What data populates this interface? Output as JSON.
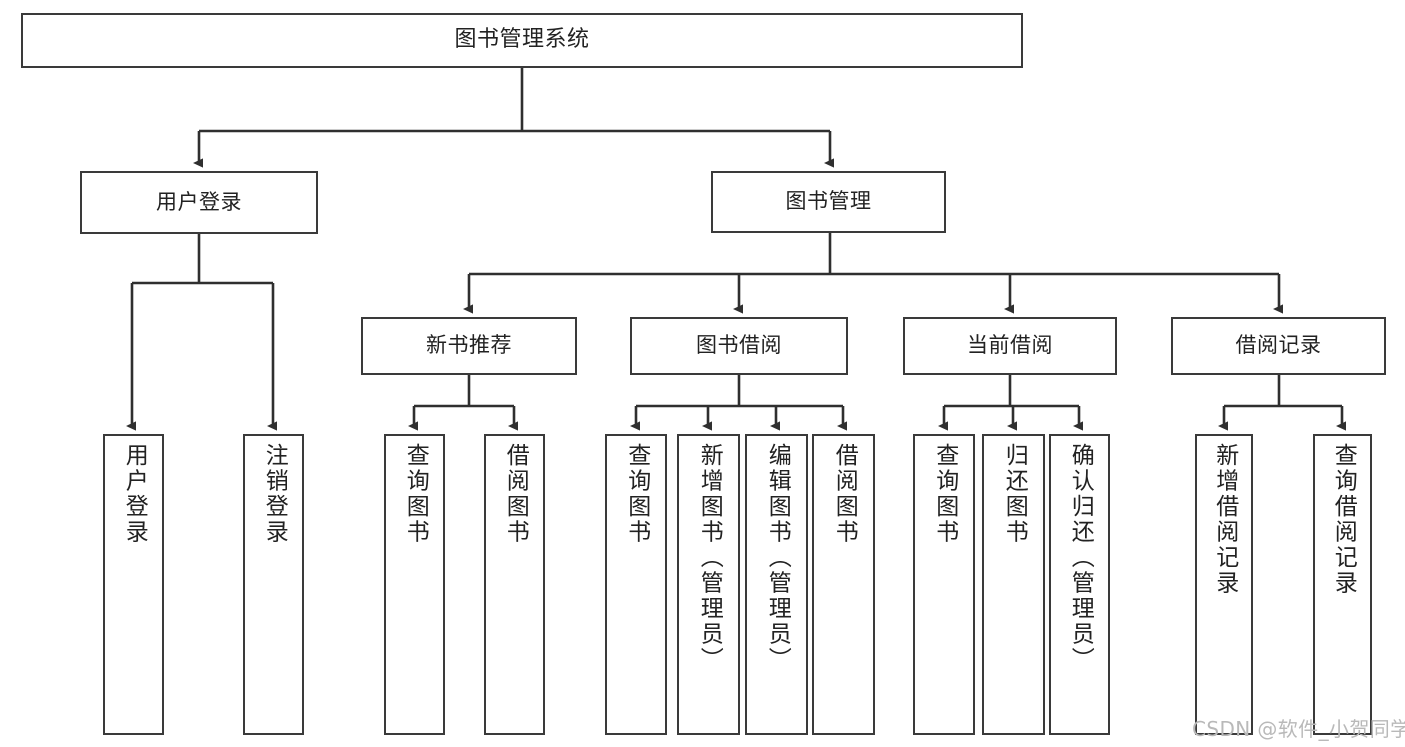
{
  "diagram": {
    "title": "图书管理系统",
    "type": "tree-hierarchy-chart",
    "colors": {
      "box_border": "#3a3a3a",
      "box_fill": "#ffffff",
      "edge": "#2f2f2f",
      "text": "#222222",
      "watermark": "#b9b9b9",
      "background": "#ffffff"
    }
  },
  "watermark": {
    "text": "CSDN @软件_小贺同学"
  },
  "nodes": {
    "root": {
      "label": "图书管理系统"
    },
    "level2": [
      {
        "id": "user-login",
        "label": "用户登录"
      },
      {
        "id": "book-management",
        "label": "图书管理"
      }
    ],
    "level3": [
      {
        "id": "new-book-recommend",
        "label": "新书推荐"
      },
      {
        "id": "book-borrow",
        "label": "图书借阅"
      },
      {
        "id": "current-borrow",
        "label": "当前借阅"
      },
      {
        "id": "borrow-record",
        "label": "借阅记录"
      }
    ],
    "leaves": {
      "user_login": [
        {
          "id": "leaf-user-login",
          "label": "用户登录"
        },
        {
          "id": "leaf-logout-login",
          "label": "注销登录"
        }
      ],
      "new_book_recommend": [
        {
          "id": "leaf-query-book-1",
          "label": "查询图书"
        },
        {
          "id": "leaf-borrow-book-1",
          "label": "借阅图书"
        }
      ],
      "book_borrow": [
        {
          "id": "leaf-query-book-2",
          "label": "查询图书"
        },
        {
          "id": "leaf-add-book",
          "label": "新增图书（管理员）"
        },
        {
          "id": "leaf-edit-book",
          "label": "编辑图书（管理员）"
        },
        {
          "id": "leaf-borrow-book-2",
          "label": "借阅图书"
        }
      ],
      "current_borrow": [
        {
          "id": "leaf-query-book-3",
          "label": "查询图书"
        },
        {
          "id": "leaf-return-book",
          "label": "归还图书"
        },
        {
          "id": "leaf-confirm-return",
          "label": "确认归还（管理员）"
        }
      ],
      "borrow_record": [
        {
          "id": "leaf-add-record",
          "label": "新增借阅记录"
        },
        {
          "id": "leaf-query-record",
          "label": "查询借阅记录"
        }
      ]
    }
  }
}
